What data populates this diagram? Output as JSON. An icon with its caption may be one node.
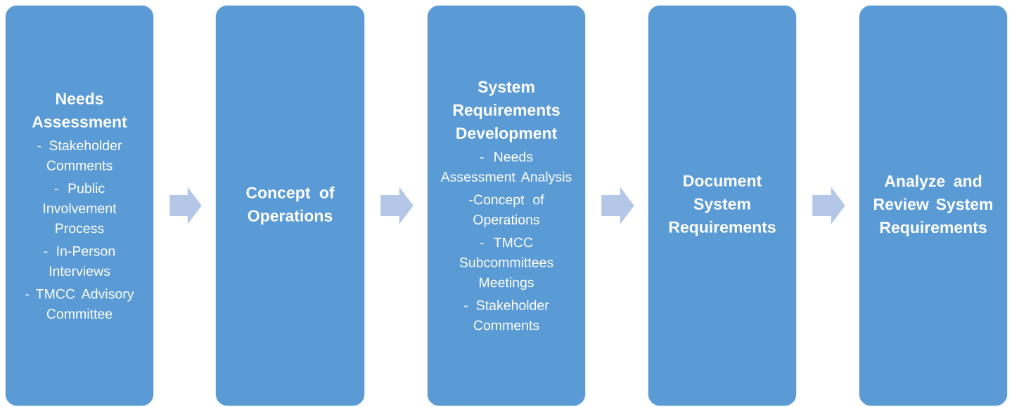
{
  "diagram": {
    "nodes": [
      {
        "text": [
          "Needs Assessment",
          "- Stakeholder Comments",
          "- Public Involvement Process",
          "- In-Person Interviews",
          "- TMCC Advisory Committee"
        ]
      },
      {
        "text": [
          "Concept of Operations"
        ]
      },
      {
        "text": [
          "System Requirements Development",
          "- Needs Assessment Analysis",
          "-Concept of Operations",
          "- TMCC Subcommittees Meetings",
          "- Stakeholder Comments"
        ]
      },
      {
        "text": [
          "Document System Requirements"
        ]
      },
      {
        "text": [
          "Analyze and Review System Requirements"
        ]
      }
    ],
    "edges": [
      {
        "from": 0,
        "to": 1,
        "arrow": "to"
      },
      {
        "from": 1,
        "to": 2,
        "arrow": "to"
      },
      {
        "from": 2,
        "to": 3,
        "arrow": "to"
      },
      {
        "from": 3,
        "to": 4,
        "arrow": "to"
      }
    ]
  }
}
